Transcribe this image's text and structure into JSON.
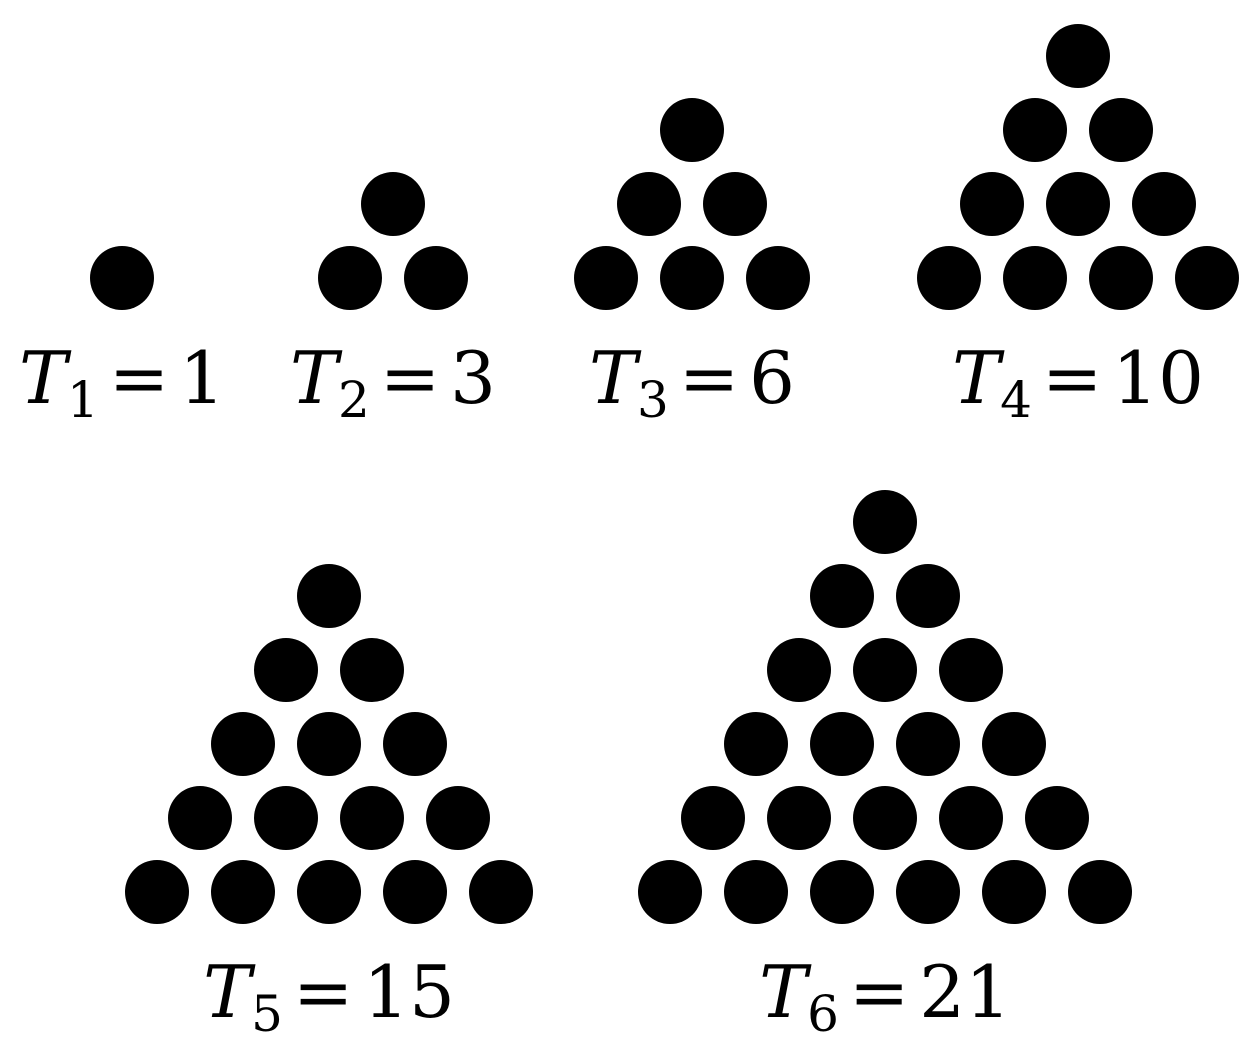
{
  "dot_color": "#000000",
  "background_color": "#ffffff",
  "figures": [
    {
      "variable": "T",
      "index": "1",
      "equals": "=",
      "value": "1",
      "rows": 1
    },
    {
      "variable": "T",
      "index": "2",
      "equals": "=",
      "value": "3",
      "rows": 2
    },
    {
      "variable": "T",
      "index": "3",
      "equals": "=",
      "value": "6",
      "rows": 3
    },
    {
      "variable": "T",
      "index": "4",
      "equals": "=",
      "value": "10",
      "rows": 4
    },
    {
      "variable": "T",
      "index": "5",
      "equals": "=",
      "value": "15",
      "rows": 5
    },
    {
      "variable": "T",
      "index": "6",
      "equals": "=",
      "value": "21",
      "rows": 6
    }
  ]
}
